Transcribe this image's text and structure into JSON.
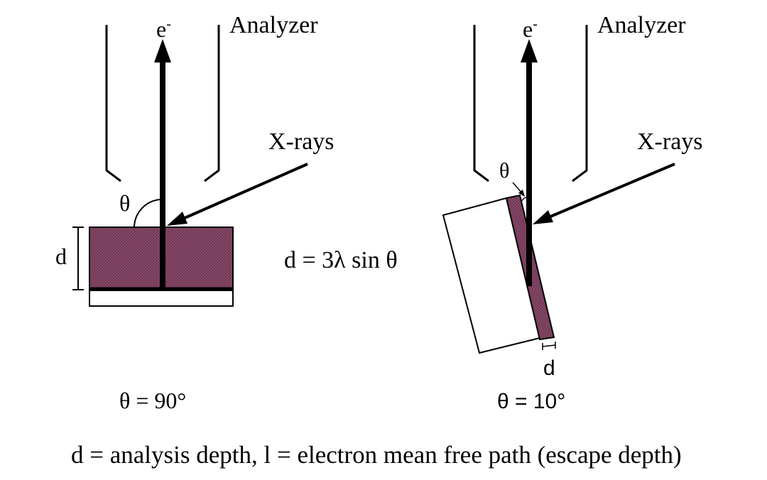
{
  "colors": {
    "sample_fill": "#8a4a6a",
    "stroke": "#000000"
  },
  "left_panel": {
    "electron_label": "e",
    "electron_superscript": "-",
    "analyzer_label": "Analyzer",
    "xray_label": "X-rays",
    "theta_label": "θ",
    "depth_label": "d",
    "caption": "θ = 90°"
  },
  "right_panel": {
    "electron_label": "e",
    "electron_superscript": "-",
    "analyzer_label": "Analyzer",
    "xray_label": "X-rays",
    "theta_label": "θ",
    "depth_label": "d",
    "caption": "θ = 10°"
  },
  "formula": "d = 3λ sin θ",
  "footer": "d = analysis depth, l = electron mean free path (escape depth)"
}
